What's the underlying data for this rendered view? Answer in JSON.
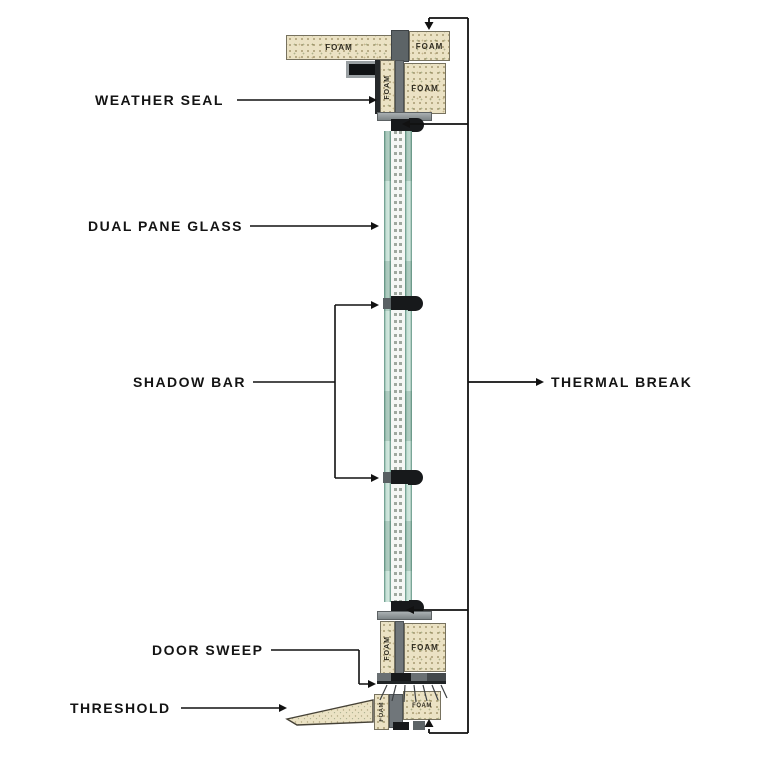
{
  "diagram": {
    "foam_label": "FOAM",
    "callouts": {
      "weather_seal": "WEATHER SEAL",
      "dual_pane_glass": "DUAL PANE GLASS",
      "shadow_bar": "SHADOW BAR",
      "thermal_break": "THERMAL BREAK",
      "door_sweep": "DOOR SWEEP",
      "threshold": "THRESHOLD"
    },
    "colors": {
      "background": "#ffffff",
      "foam": "#ebe2c4",
      "foam_speck": "#8a7d52",
      "metal_dark": "#17191b",
      "metal_gray": "#8e9497",
      "glass_fill": "#d3e8df",
      "glass_edge": "#5e9181",
      "callout_line": "#111111"
    }
  }
}
